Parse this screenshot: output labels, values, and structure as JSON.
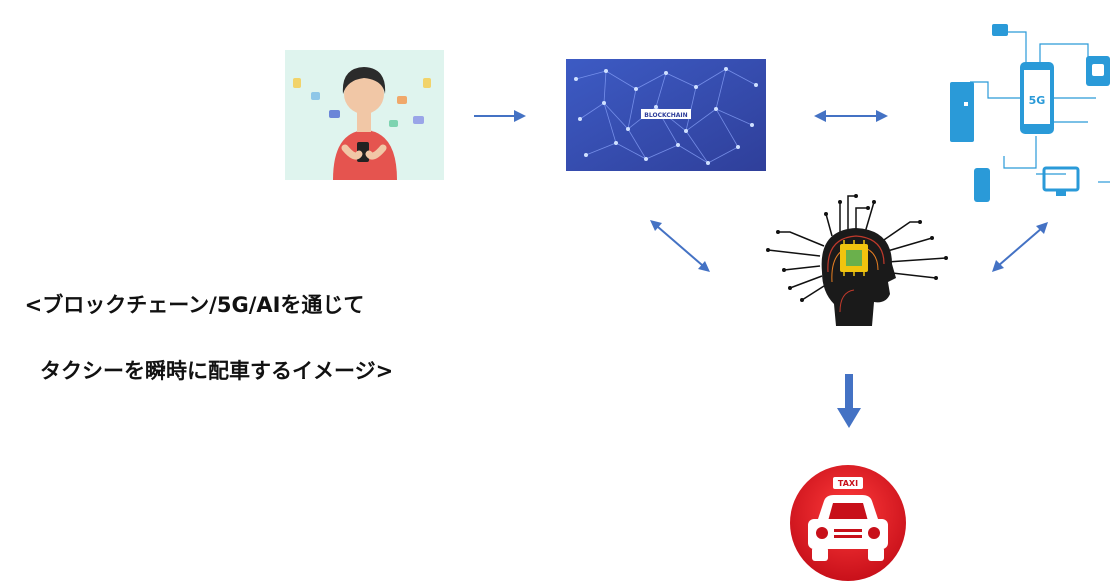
{
  "caption": {
    "line1": "<ブロックチェーン/5G/AIを通じて",
    "line2": "タクシーを瞬時に配車するイメージ>"
  },
  "nodes": {
    "user": {
      "icon": "person-with-smartphone-icon"
    },
    "blockchain": {
      "icon": "blockchain-network-icon",
      "label": "BLOCKCHAIN"
    },
    "network5g": {
      "icon": "5g-device-network-icon",
      "label": "5G"
    },
    "ai": {
      "icon": "ai-head-chip-icon"
    },
    "taxi": {
      "icon": "taxi-icon",
      "label": "TAXI"
    }
  },
  "colors": {
    "arrow": "#4472c4",
    "taxi_red": "#e01e1e",
    "blockchain_bg": "#3a4fb0",
    "user_bg": "#dff4ee",
    "network_blue": "#2a9ad8"
  }
}
